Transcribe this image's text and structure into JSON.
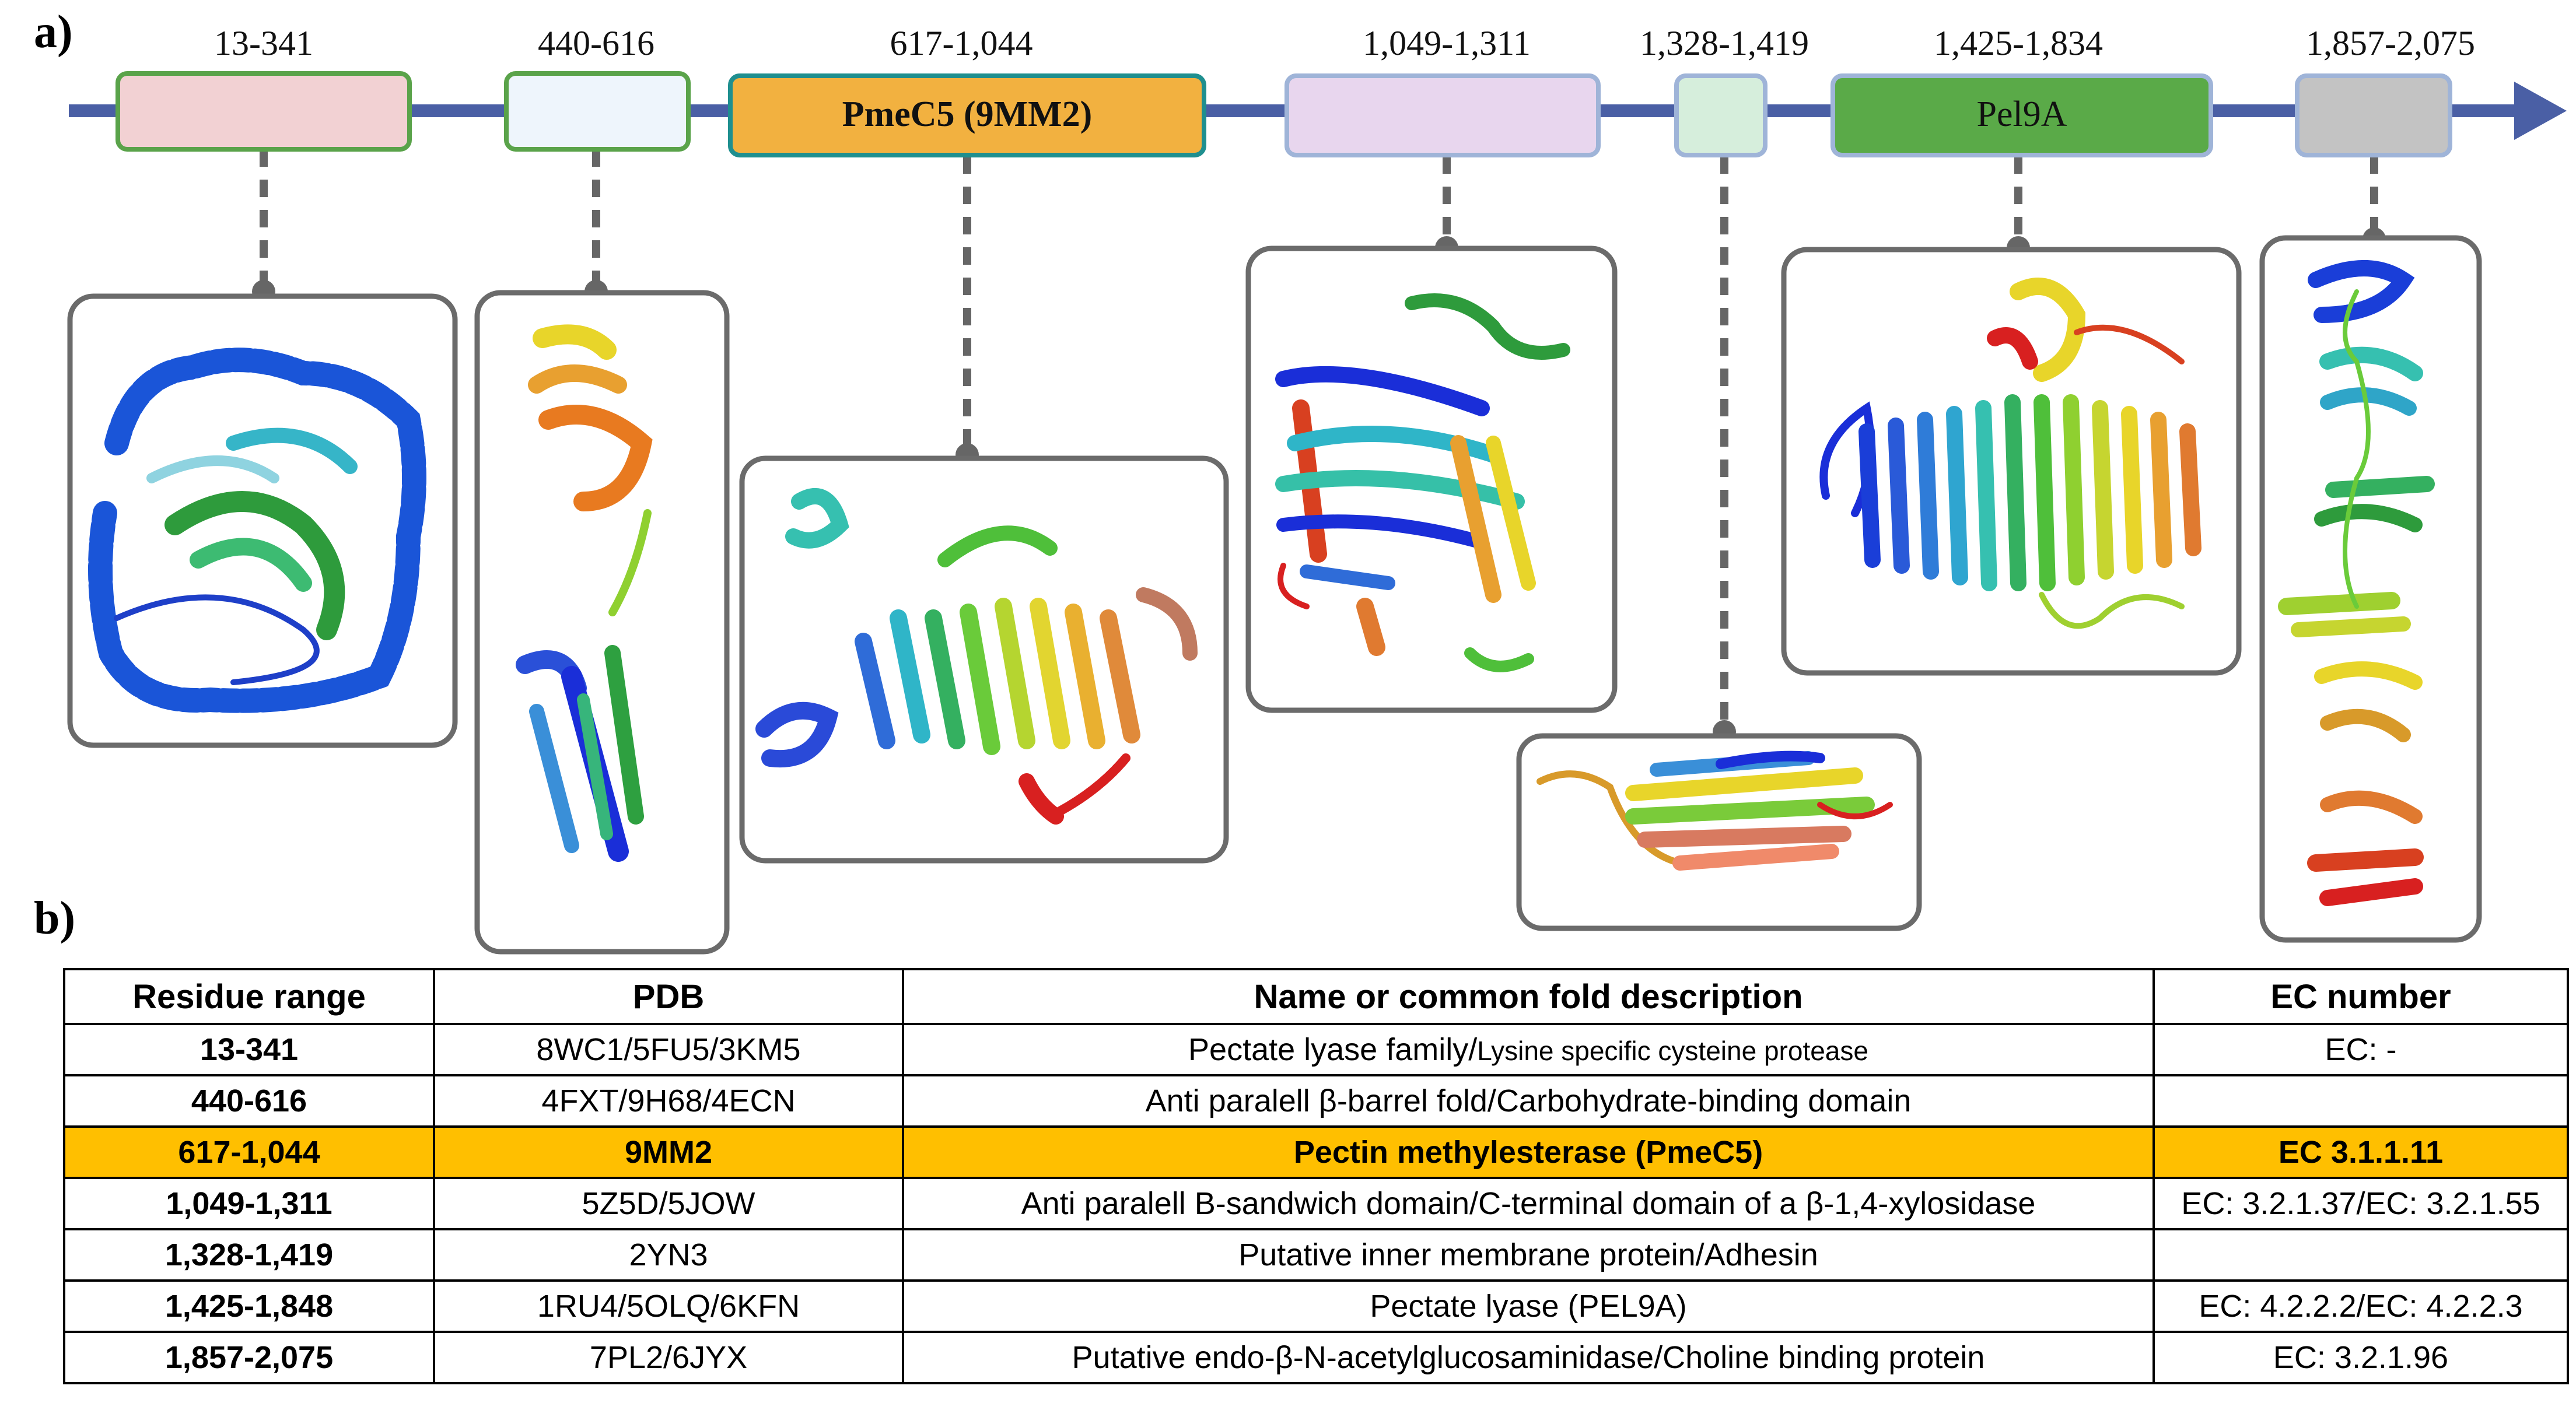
{
  "panel_a_label": "a)",
  "panel_b_label": "b)",
  "domains": [
    {
      "range": "13-341",
      "label": "",
      "fill": "#f2d1d3",
      "stroke": "#5aa34a"
    },
    {
      "range": "440-616",
      "label": "",
      "fill": "#eef5fc",
      "stroke": "#5aa34a"
    },
    {
      "range": "617-1,044",
      "label": "PmeC5 (9MM2)",
      "fill": "#f2b140",
      "stroke": "#1f8f8f"
    },
    {
      "range": "1,049-1,311",
      "label": "",
      "fill": "#e8d6ee",
      "stroke": "#9fb4d8"
    },
    {
      "range": "1,328-1,419",
      "label": "",
      "fill": "#d6eedc",
      "stroke": "#9fb4d8"
    },
    {
      "range": "1,425-1,834",
      "label": "Pel9A",
      "fill": "#5aaa48",
      "stroke": "#9fb4d8"
    },
    {
      "range": "1,857-2,075",
      "label": "",
      "fill": "#c3c3c3",
      "stroke": "#9fb4d8"
    }
  ],
  "colors": {
    "axis": "#4a5fa5",
    "connector": "#666666",
    "frame": "#6b6b6b",
    "highlight": "#ffbf00"
  },
  "table": {
    "headers": [
      "Residue range",
      "PDB",
      "Name or common fold description",
      "EC number"
    ],
    "rows": [
      {
        "range": "13-341",
        "pdb": "8WC1/5FU5/3KM5",
        "name": "Pectate lyase family/",
        "name_small": "Lysine specific cysteine protease",
        "ec": "EC: -"
      },
      {
        "range": "440-616",
        "pdb": "4FXT/9H68/4ECN",
        "name": "Anti paralell β-barrel fold/Carbohydrate-binding domain",
        "name_small": "",
        "ec": ""
      },
      {
        "range": "617-1,044",
        "pdb": "9MM2",
        "name": "Pectin methylesterase (PmeC5)",
        "name_small": "",
        "ec": "EC 3.1.1.11"
      },
      {
        "range": "1,049-1,311",
        "pdb": "5Z5D/5JOW",
        "name": "Anti paralell B-sandwich domain/C-terminal domain of a β-1,4-xylosidase",
        "name_small": "",
        "ec": "EC: 3.2.1.37/EC: 3.2.1.55"
      },
      {
        "range": "1,328-1,419",
        "pdb": "2YN3",
        "name": "Putative inner membrane protein/Adhesin",
        "name_small": "",
        "ec": ""
      },
      {
        "range": "1,425-1,848",
        "pdb": "1RU4/5OLQ/6KFN",
        "name": "Pectate lyase (PEL9A)",
        "name_small": "",
        "ec": "EC: 4.2.2.2/EC: 4.2.2.3"
      },
      {
        "range": "1,857-2,075",
        "pdb": "7PL2/6JYX",
        "name": "Putative endo-β-N-acetylglucosaminidase/Choline binding protein",
        "name_small": "",
        "ec": "EC: 3.2.1.96"
      }
    ]
  }
}
